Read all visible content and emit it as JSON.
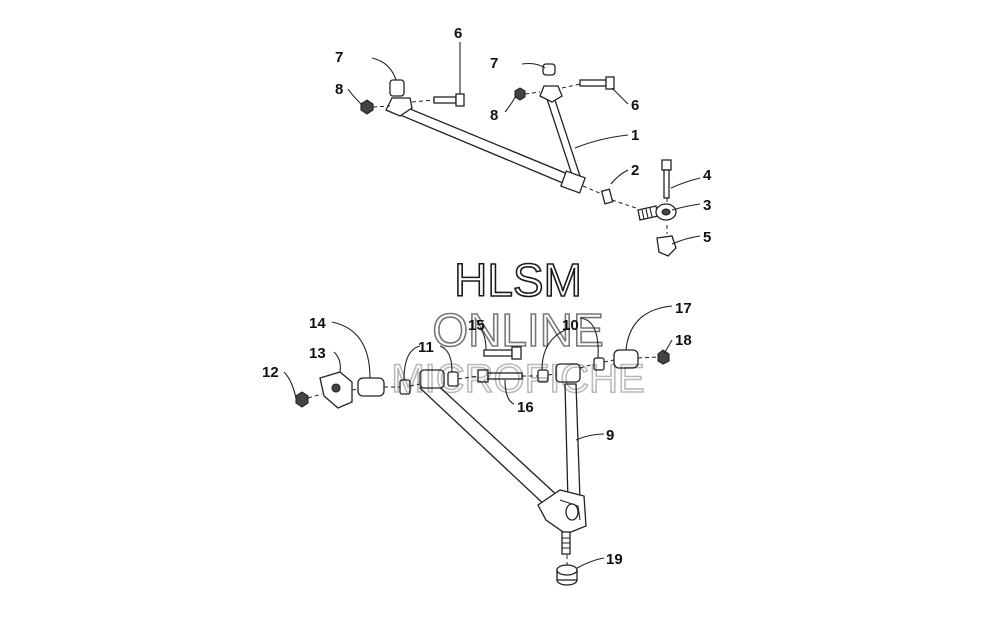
{
  "watermark": {
    "line1": "HLSM",
    "line2": "ONLINE",
    "line3": "MICROFICHE"
  },
  "callouts": {
    "upper": [
      "1",
      "2",
      "3",
      "4",
      "5",
      "6",
      "6",
      "7",
      "7",
      "8",
      "8"
    ],
    "lower": [
      "9",
      "10",
      "11",
      "12",
      "13",
      "14",
      "15",
      "16",
      "17",
      "18",
      "19"
    ]
  },
  "colors": {
    "line": "#222222",
    "background": "#ffffff"
  }
}
